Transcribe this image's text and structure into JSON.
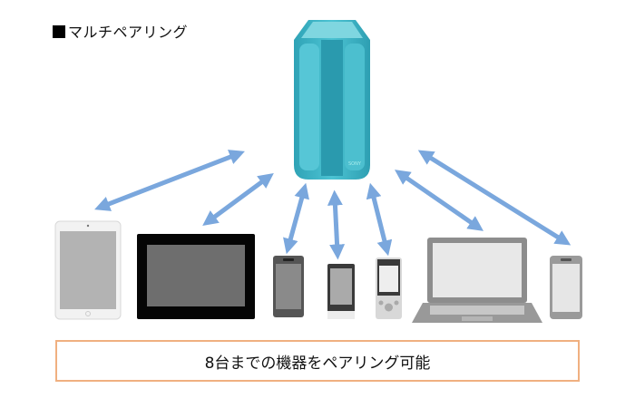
{
  "title": "マルチペアリング",
  "caption": "8台までの機器をペアリング可能",
  "colors": {
    "arrow": "#7aa7dd",
    "speaker": "#3cb2c4",
    "caption_border": "#f0b080"
  },
  "devices": [
    {
      "id": "tablet-white",
      "label": "tablet"
    },
    {
      "id": "tablet-black",
      "label": "tablet"
    },
    {
      "id": "phone-1",
      "label": "smartphone"
    },
    {
      "id": "phone-2",
      "label": "mobile phone"
    },
    {
      "id": "music-player",
      "label": "music player"
    },
    {
      "id": "laptop",
      "label": "laptop"
    },
    {
      "id": "phone-3",
      "label": "smartphone"
    }
  ],
  "speaker": {
    "brand": "SONY"
  }
}
